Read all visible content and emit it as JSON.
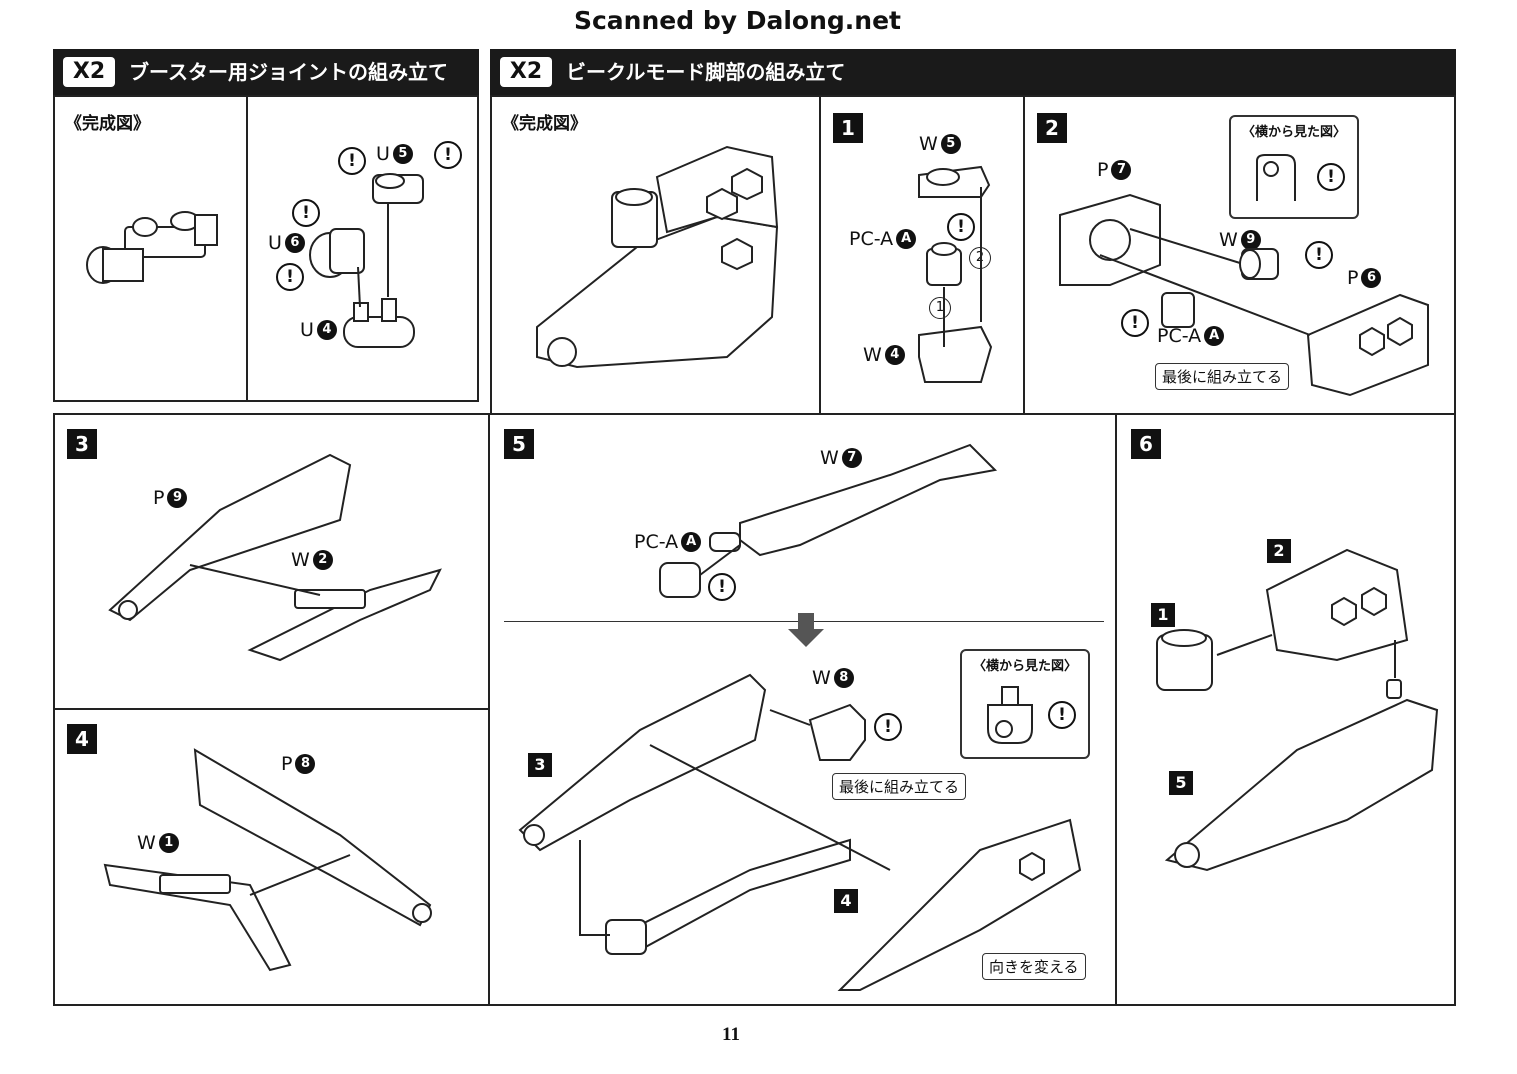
{
  "header": {
    "title": "Scanned by Dalong.net"
  },
  "left_section": {
    "multiplier": "X2",
    "title": "ブースター用ジョイントの組み立て"
  },
  "right_section": {
    "multiplier": "X2",
    "title": "ビークルモード脚部の組み立て"
  },
  "captions": {
    "completed_left": "《完成図》",
    "completed_right": "《完成図》"
  },
  "steps": {
    "s1": "1",
    "s2": "2",
    "s3": "3",
    "s4": "4",
    "s5": "5",
    "s6": "6"
  },
  "sub_steps": {
    "a": "1",
    "b": "2",
    "c": "3",
    "d": "4",
    "e": "5"
  },
  "parts": {
    "u5": {
      "letter": "U",
      "num": "5"
    },
    "u6": {
      "letter": "U",
      "num": "6"
    },
    "u4": {
      "letter": "U",
      "num": "4"
    },
    "w5": {
      "letter": "W",
      "num": "5"
    },
    "pca1": {
      "letter": "PC-A",
      "num": "A"
    },
    "w4": {
      "letter": "W",
      "num": "4"
    },
    "p7": {
      "letter": "P",
      "num": "7"
    },
    "w9": {
      "letter": "W",
      "num": "9"
    },
    "p6": {
      "letter": "P",
      "num": "6"
    },
    "pca2": {
      "letter": "PC-A",
      "num": "A"
    },
    "p9": {
      "letter": "P",
      "num": "9"
    },
    "w2": {
      "letter": "W",
      "num": "2"
    },
    "w7": {
      "letter": "W",
      "num": "7"
    },
    "pca3": {
      "letter": "PC-A",
      "num": "A"
    },
    "w8": {
      "letter": "W",
      "num": "8"
    },
    "p8": {
      "letter": "P",
      "num": "8"
    },
    "w1": {
      "letter": "W",
      "num": "1"
    }
  },
  "order_marks": {
    "first": "1",
    "second": "2"
  },
  "warning_symbol": "!",
  "callouts": {
    "side_view_1": "〈横から見た図〉",
    "side_view_2": "〈横から見た図〉"
  },
  "notes": {
    "assemble_last_1": "最後に組み立てる",
    "assemble_last_2": "最後に組み立てる",
    "change_direction": "向きを変える"
  },
  "page_number": "11"
}
